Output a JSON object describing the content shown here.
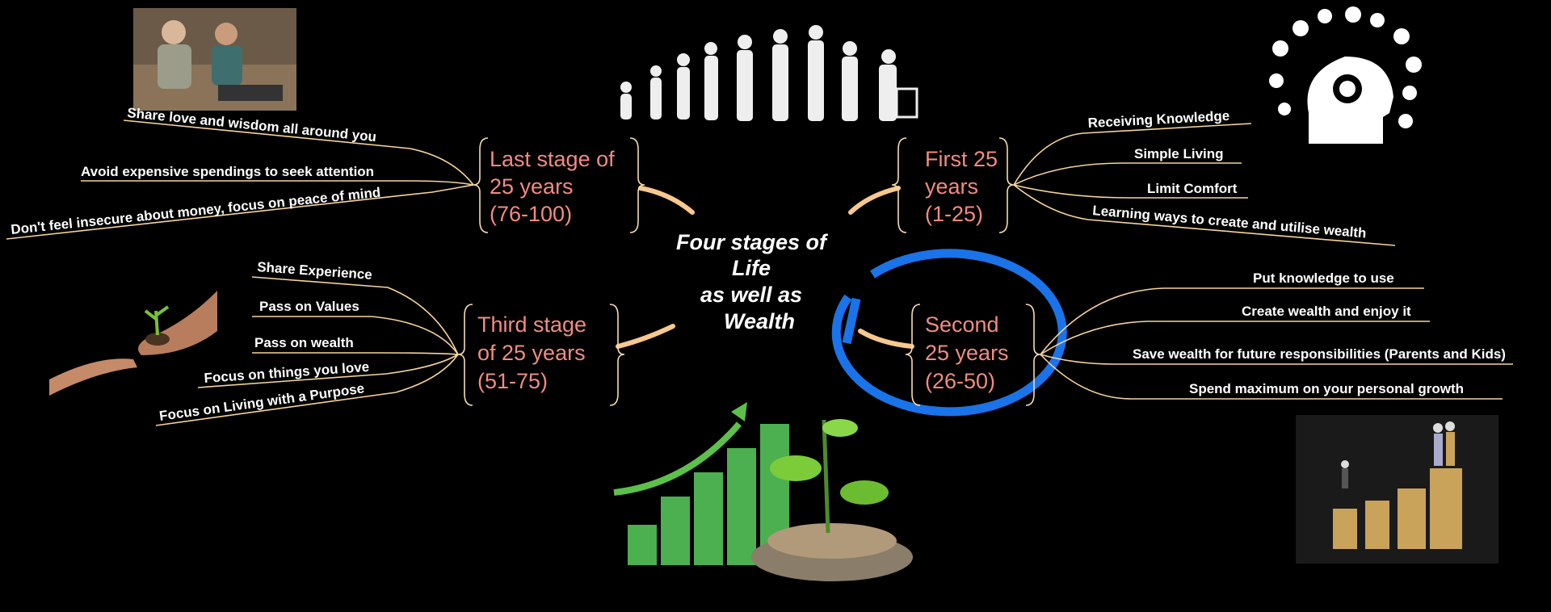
{
  "colors": {
    "background": "#000000",
    "stage_text": "#f28b82",
    "ring": "#1a73e8",
    "branch": "#f6d49c",
    "label": "#ffffff"
  },
  "center": {
    "lines": [
      "Four stages of",
      "Life",
      "as well as",
      "Wealth"
    ]
  },
  "stages": {
    "last": {
      "lines": [
        "Last stage of",
        "25 years",
        "(76-100)"
      ],
      "items": [
        "Share love and wisdom all around you",
        "Avoid expensive spendings to seek attention",
        "Don't feel insecure about money, focus on peace of mind"
      ]
    },
    "first": {
      "lines": [
        "First 25",
        "years",
        "(1-25)"
      ],
      "items": [
        "Receiving Knowledge",
        "Simple Living",
        "Limit Comfort",
        "Learning ways to create and utilise wealth"
      ]
    },
    "third": {
      "lines": [
        "Third stage",
        "of 25 years",
        "(51-75)"
      ],
      "items": [
        "Share Experience",
        "Pass on Values",
        "Pass on wealth",
        "Focus on things you love",
        "Focus on Living with a Purpose"
      ]
    },
    "second": {
      "lines": [
        "Second",
        "25 years",
        "(26-50)"
      ],
      "items": [
        "Put knowledge to use",
        "Create wealth and enjoy it",
        "Save wealth for future responsibilities (Parents and Kids)",
        "Spend maximum on your personal growth"
      ]
    }
  },
  "illustrations": [
    "elderly-couple-photo",
    "human-growth-silhouettes",
    "knowledge-head-icons",
    "hands-passing-plant",
    "growth-chart-with-coins",
    "figures-on-coin-stacks"
  ]
}
